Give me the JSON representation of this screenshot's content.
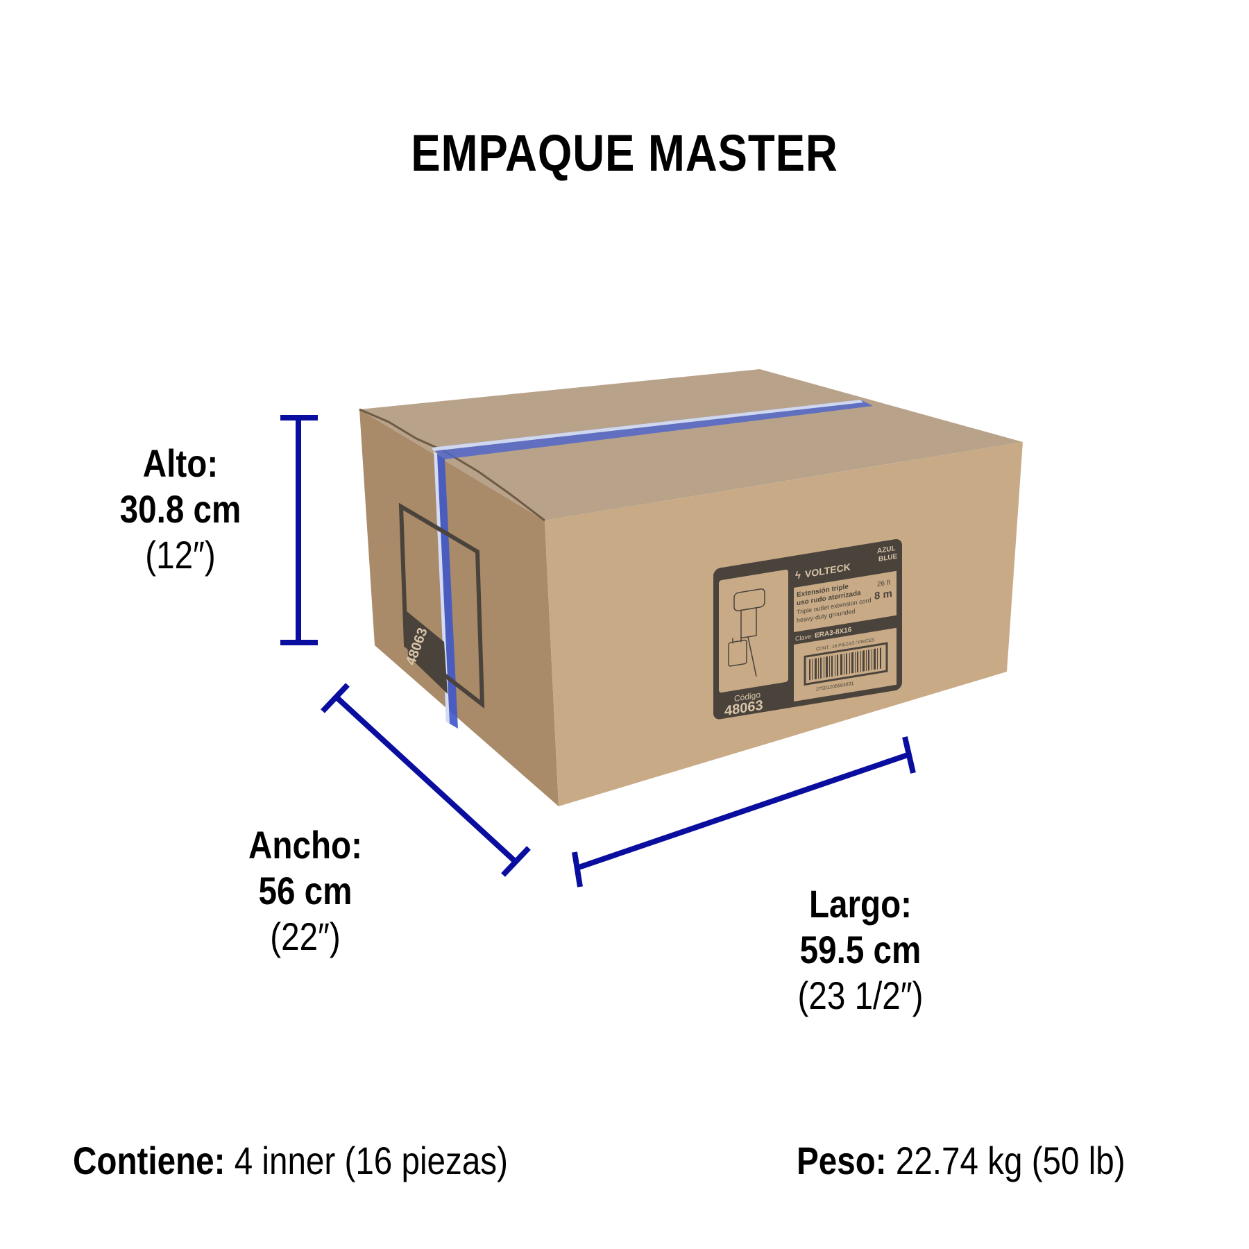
{
  "title": "EMPAQUE MASTER",
  "dimensions": {
    "alto": {
      "label": "Alto:",
      "metric": "30.8 cm",
      "imperial": "(12″)"
    },
    "ancho": {
      "label": "Ancho:",
      "metric": "56 cm",
      "imperial": "(22″)"
    },
    "largo": {
      "label": "Largo:",
      "metric": "59.5 cm",
      "imperial": "(23 1/2″)"
    }
  },
  "footer": {
    "contiene": {
      "label": "Contiene:",
      "value": "4 inner (16 piezas)"
    },
    "peso": {
      "label": "Peso:",
      "value": "22.74 kg (50 lb)"
    }
  },
  "box_label": {
    "brand": "VOLTECK",
    "color_es": "AZUL",
    "color_en": "BLUE",
    "name_es_1": "Extensión triple",
    "name_es_2": "uso rudo aterrizada",
    "name_en_1": "Triple outlet extension cord",
    "name_en_2": "heavy-duty grounded",
    "length_ft": "26 ft",
    "length_m": "8 m",
    "clave_label": "Clave:",
    "clave": "ERA3-8X16",
    "contents": "CONT.: 16 PIEZAS / PIECES",
    "barcode_number": "27501206663831",
    "codigo_label": "Código",
    "codigo": "48063"
  },
  "colors": {
    "dimension_line": "#0A0E9E",
    "box_top": "#B8A38A",
    "box_front": "#C8AB86",
    "box_left": "#A98B69",
    "label_dark": "#4A433C",
    "tape": "#3F56C8"
  }
}
